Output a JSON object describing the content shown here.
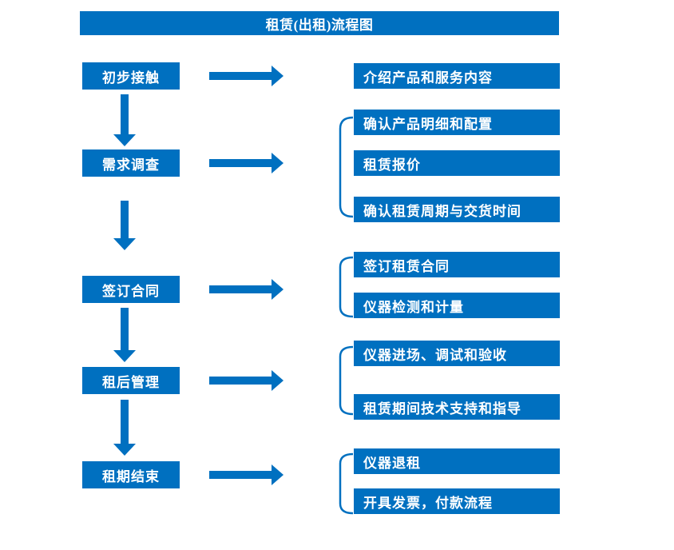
{
  "title": "租赁(出租)流程图",
  "colors": {
    "primary_blue": "#0070C0",
    "text_on_blue": "#FFFFFF",
    "background": "#FFFFFF"
  },
  "stages": [
    {
      "label": "初步接触",
      "details": [
        "介绍产品和服务内容"
      ]
    },
    {
      "label": "需求调查",
      "details": [
        "确认产品明细和配置",
        "租赁报价",
        "确认租赁周期与交货时间"
      ]
    },
    {
      "label": "签订合同",
      "details": [
        "签订租赁合同",
        "仪器检测和计量"
      ]
    },
    {
      "label": "租后管理",
      "details": [
        "仪器进场、调试和验收",
        "租赁期间技术支持和指导"
      ]
    },
    {
      "label": "租期结束",
      "details": [
        "仪器退租",
        "开具发票，付款流程"
      ]
    }
  ]
}
